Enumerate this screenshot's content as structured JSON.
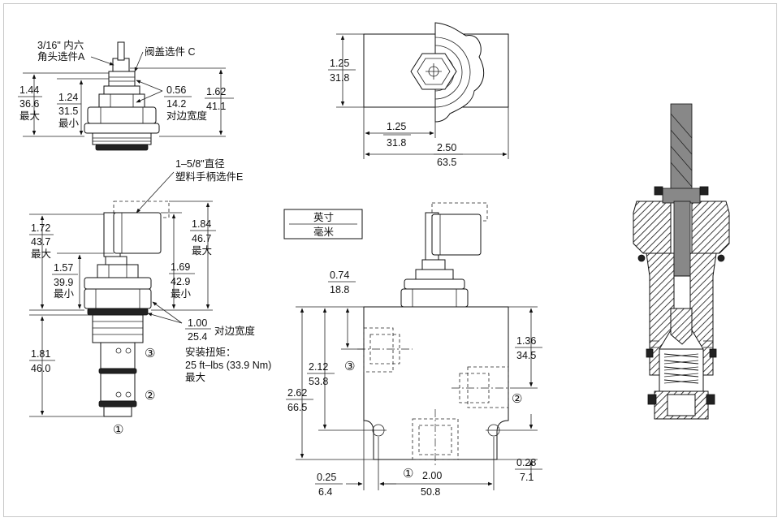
{
  "top_left_view": {
    "option_a": [
      "3/16\" 内六",
      "角头选件A"
    ],
    "option_c": "阀盖选件 C",
    "dim_max": [
      "1.44",
      "36.6",
      "最大"
    ],
    "dim_min": [
      "1.24",
      "31.5",
      "最小"
    ],
    "dim_flats": [
      "0.56",
      "14.2",
      "对边宽度"
    ],
    "dim_overall": [
      "1.62",
      "41.1"
    ]
  },
  "mid_left_view": {
    "option_e": [
      "1–5/8\"直径",
      "塑料手柄选件E"
    ],
    "dim_max_left": [
      "1.72",
      "43.7",
      "最大"
    ],
    "dim_min_left": [
      "1.57",
      "39.9",
      "最小"
    ],
    "dim_max_right": [
      "1.84",
      "46.7",
      "最大"
    ],
    "dim_min_right": [
      "1.69",
      "42.9",
      "最小"
    ],
    "dim_flats": [
      "1.00",
      "25.4",
      "对边宽度"
    ],
    "install_torque": [
      "安装扭矩：",
      "25 ft–lbs (33.9 Nm)",
      "最大"
    ],
    "dim_body": [
      "1.81",
      "46.0"
    ],
    "ports": [
      "③",
      "②",
      "①"
    ]
  },
  "top_center_view": {
    "dim_height": [
      "1.25",
      "31.8"
    ],
    "dim_center": [
      "1.25",
      "31.8"
    ],
    "dim_width": [
      "2.50",
      "63.5"
    ]
  },
  "legend": {
    "imperial": "英寸",
    "metric": "毫米"
  },
  "bottom_center_view": {
    "dim_top": [
      "0.74",
      "18.8"
    ],
    "dim_port3": [
      "2.12",
      "53.8"
    ],
    "dim_height": [
      "2.62",
      "66.5"
    ],
    "dim_port2": [
      "1.36",
      "34.5"
    ],
    "dim_hole": [
      "0.28",
      "7.1"
    ],
    "dim_edge": [
      "0.25",
      "6.4"
    ],
    "dim_hole_spacing": [
      "2.00",
      "50.8"
    ],
    "ports": [
      "③",
      "②",
      "①"
    ]
  }
}
